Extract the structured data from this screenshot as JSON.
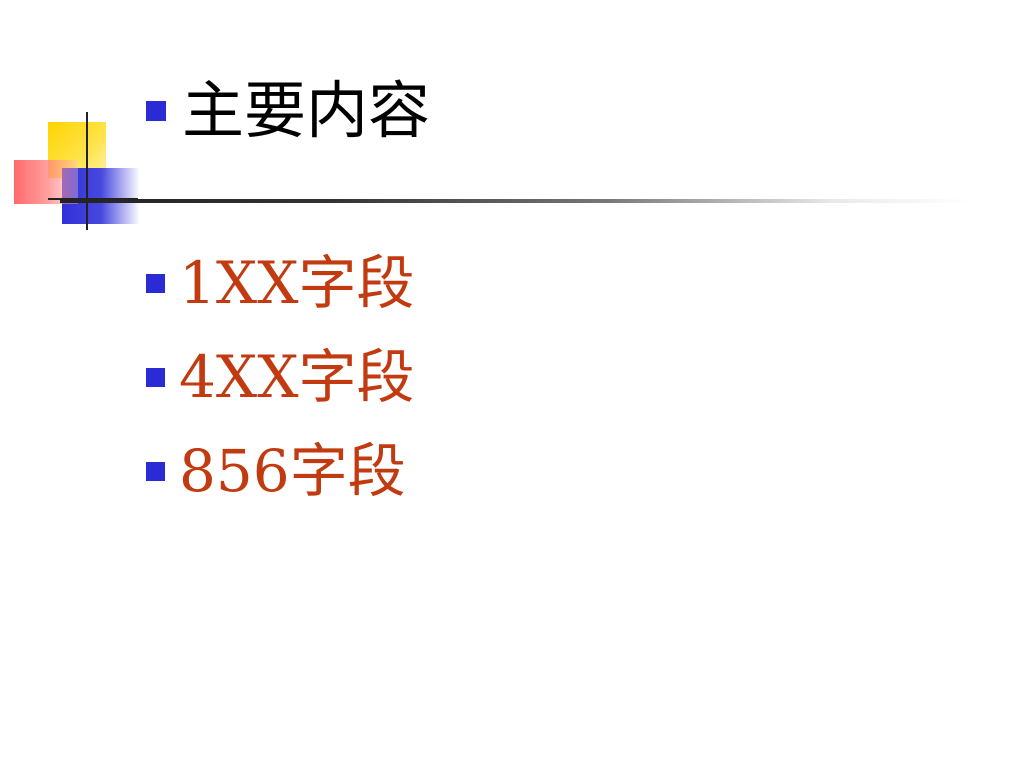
{
  "slide": {
    "title": "主要内容",
    "items": [
      {
        "label": "1XX字段"
      },
      {
        "label": "4XX字段"
      },
      {
        "label": "856字段"
      }
    ]
  },
  "colors": {
    "bullet": "#2b2bd6",
    "title_text": "#000000",
    "item_text": "#c23a10",
    "logo_yellow": "#ffd400",
    "logo_blue": "#3030d8",
    "logo_red": "#ff5a5a"
  }
}
